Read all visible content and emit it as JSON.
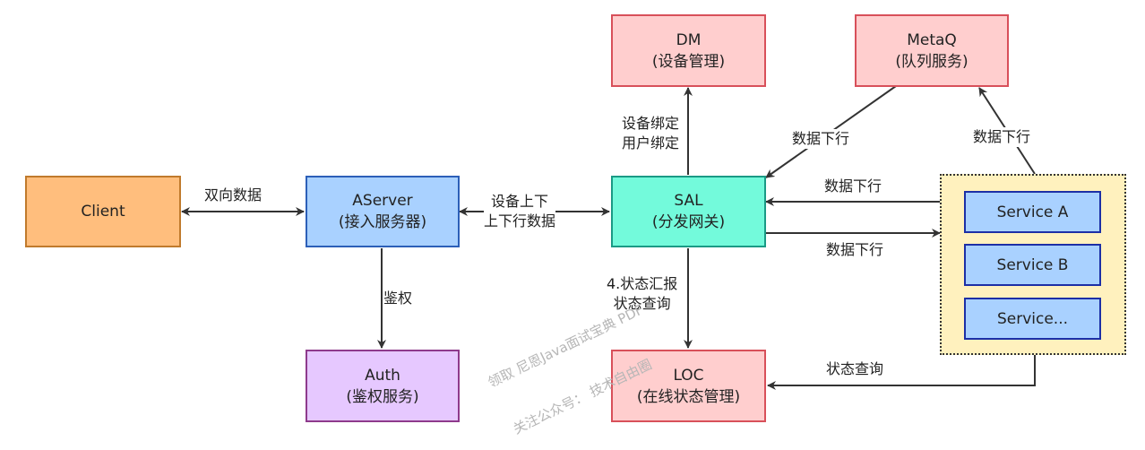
{
  "nodes": {
    "client": {
      "line1": "Client"
    },
    "aserver": {
      "line1": "AServer",
      "line2": "(接入服务器)"
    },
    "sal": {
      "line1": "SAL",
      "line2": "(分发网关)"
    },
    "dm": {
      "line1": "DM",
      "line2": "(设备管理)"
    },
    "metaq": {
      "line1": "MetaQ",
      "line2": "(队列服务)"
    },
    "auth": {
      "line1": "Auth",
      "line2": "(鉴权服务)"
    },
    "loc": {
      "line1": "LOC",
      "line2": "(在线状态管理)"
    },
    "services": [
      "Service A",
      "Service B",
      "Service..."
    ]
  },
  "edges": {
    "client_aserver": "双向数据",
    "aserver_sal": [
      "设备上下",
      "上下行数据"
    ],
    "sal_dm": [
      "设备绑定",
      "用户绑定"
    ],
    "metaq_sal": "数据下行",
    "services_metaq": "数据下行",
    "services_sal": "数据下行",
    "sal_services": "数据下行",
    "aserver_auth": "鉴权",
    "sal_loc": [
      "4.状态汇报",
      "状态查询"
    ],
    "services_loc": "状态查询"
  },
  "watermark": {
    "line1": "领取 尼恩Java面试宝典 PDF",
    "line2": "关注公众号： 技术自由圈"
  },
  "colors": {
    "client": "#ffbe7d",
    "aserver": "#a9d1ff",
    "sal": "#73fadb",
    "dm": "#ffcece",
    "auth": "#e6c8ff",
    "services_group": "#fff1be",
    "edge": "#333333"
  }
}
